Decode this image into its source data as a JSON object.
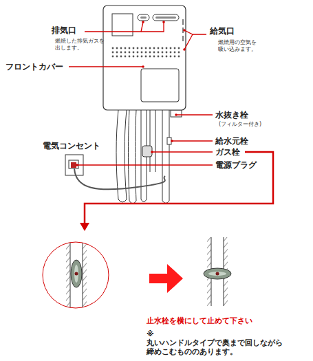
{
  "diagram": {
    "labels": [
      "排気口",
      "燃焼した排気ガスを 出します。",
      "給気口",
      "燃焼用の空気を 吸い込みます。",
      "フロントカバー",
      "水抜き栓",
      "(フィルター付き)",
      "給水元栓",
      "ガス栓",
      "電気コンセント",
      "電源プラグ",
      "止水栓を横にして止めて下さい",
      "※丸いハンドルタイプで奥まで回しながら 締めこむもののあります。"
    ]
  }
}
